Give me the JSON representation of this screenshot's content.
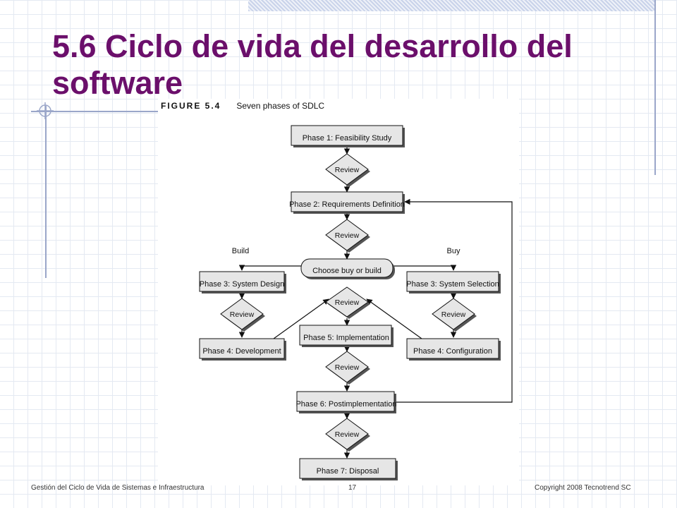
{
  "slide": {
    "title": "5.6 Ciclo de vida del desarrollo del software"
  },
  "figure": {
    "label": "FIGURE 5.4",
    "caption": "Seven phases of SDLC"
  },
  "diagram": {
    "phase1": "Phase 1: Feasibility Study",
    "review1": "Review",
    "phase2": "Phase 2: Requirements Definition",
    "review2": "Review",
    "choose": "Choose buy or build",
    "build_label": "Build",
    "buy_label": "Buy",
    "phase3_design": "Phase 3: System Design",
    "phase3_selection": "Phase 3: System Selection",
    "review_build": "Review",
    "review_buy": "Review",
    "review_center": "Review",
    "phase4_development": "Phase 4: Development",
    "phase4_configuration": "Phase 4: Configuration",
    "phase5": "Phase 5: Implementation",
    "review5": "Review",
    "phase6": "Phase 6: Postimplementation",
    "review6": "Review",
    "phase7": "Phase 7: Disposal"
  },
  "footer": {
    "left": "Gestión del Ciclo de Vida de Sistemas e Infraestructura",
    "page": "17",
    "right": "Copyright  2008 Tecnotrend SC"
  },
  "colors": {
    "title": "#6b0f6b",
    "grid": "#e4e9f2",
    "accent_rule": "#9aa6c9",
    "box_fill": "#e6e6e6",
    "box_shadow": "#555555"
  }
}
